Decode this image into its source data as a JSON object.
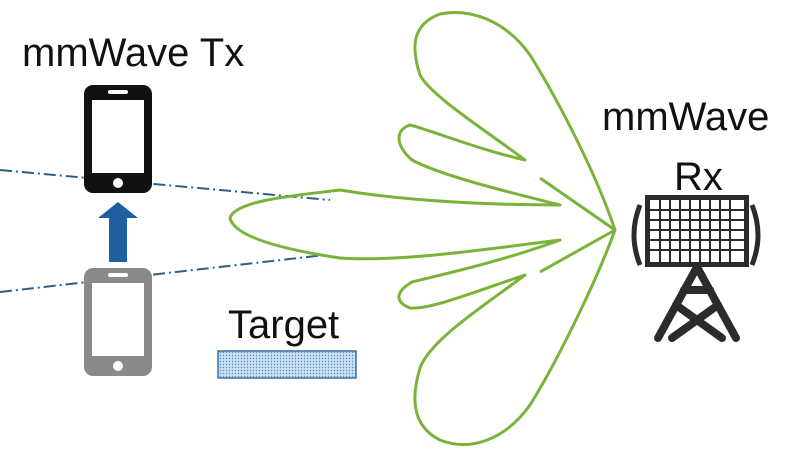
{
  "labels": {
    "tx": "mmWave Tx",
    "rx_line1": "mmWave",
    "rx_line2": "Rx",
    "target": "Target"
  },
  "icons": {
    "transmitter_current": "smartphone-icon",
    "transmitter_previous": "smartphone-icon",
    "movement": "arrow-up-icon",
    "receiver": "antenna-tower-icon",
    "target": "target-block-icon"
  },
  "colors": {
    "phone_active": "#111111",
    "phone_previous": "#8a8a8a",
    "arrow": "#1f5fa0",
    "beam_pattern": "#7ab33a",
    "dash_dot_lines": "#2d5f86",
    "receiver": "#2b2b2b",
    "target_fill": "#b7d3ec"
  }
}
